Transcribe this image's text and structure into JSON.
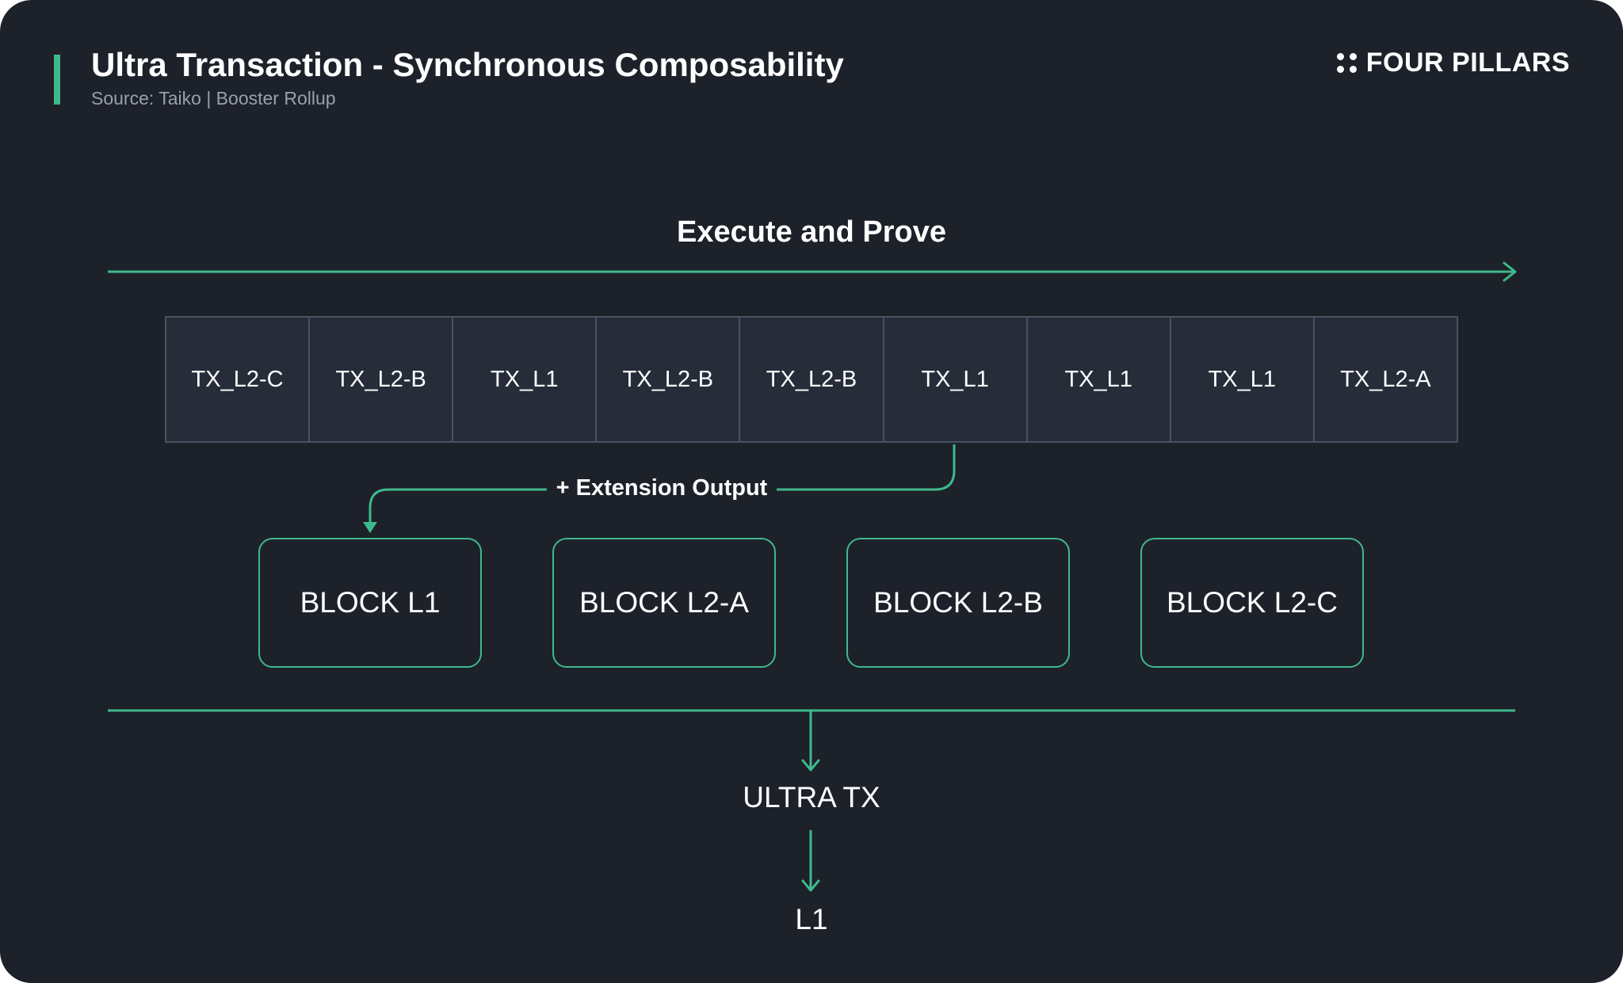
{
  "header": {
    "title": "Ultra Transaction - Synchronous Composability",
    "subtitle": "Source: Taiko | Booster Rollup"
  },
  "brand": {
    "name": "FOUR PILLARS",
    "icon": "four-dots-icon"
  },
  "diagram": {
    "timeline_label": "Execute and Prove",
    "transactions": [
      "TX_L2-C",
      "TX_L2-B",
      "TX_L1",
      "TX_L2-B",
      "TX_L2-B",
      "TX_L1",
      "TX_L1",
      "TX_L1",
      "TX_L2-A"
    ],
    "extension_label": "+ Extension Output",
    "blocks": [
      "BLOCK L1",
      "BLOCK L2-A",
      "BLOCK L2-B",
      "BLOCK L2-C"
    ],
    "result": "ULTRA TX",
    "destination": "L1"
  },
  "colors": {
    "background": "#1d212a",
    "accent": "#3fb98a",
    "cell_background": "#262d38",
    "cell_border": "#4a5260",
    "muted_text": "#9aa0aa"
  }
}
